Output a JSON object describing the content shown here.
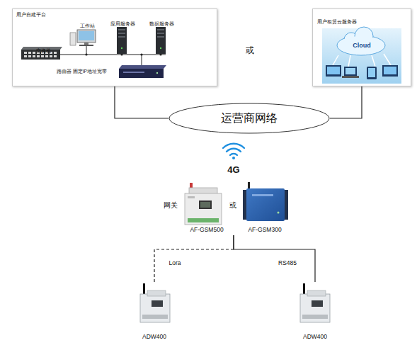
{
  "diagram": {
    "nodes": [
      {
        "text": [
          "用户自建平台",
          "交换机",
          "工作站",
          "应用服务器",
          "数据服务器",
          "路由器 固定IP地址宽带"
        ]
      },
      {
        "text": [
          "用户租赁云服务器",
          "Cloud"
        ]
      },
      {
        "text": [
          "运营商网络"
        ]
      },
      {
        "text": [
          "AF-GSM500"
        ]
      },
      {
        "text": [
          "AF-GSM300"
        ]
      },
      {
        "text": [
          "ADW400"
        ]
      },
      {
        "text": [
          "ADW400"
        ]
      }
    ],
    "edges": [
      {
        "from": 0,
        "to": 2,
        "arrow": "none"
      },
      {
        "from": 1,
        "to": 2,
        "arrow": "none"
      },
      {
        "from": 3,
        "to": 5,
        "label": "Lora",
        "arrow": "none"
      },
      {
        "from": 3,
        "to": 6,
        "label": "RS485",
        "arrow": "none"
      }
    ],
    "labels": [
      "或",
      "4G",
      "网关",
      "或"
    ]
  }
}
